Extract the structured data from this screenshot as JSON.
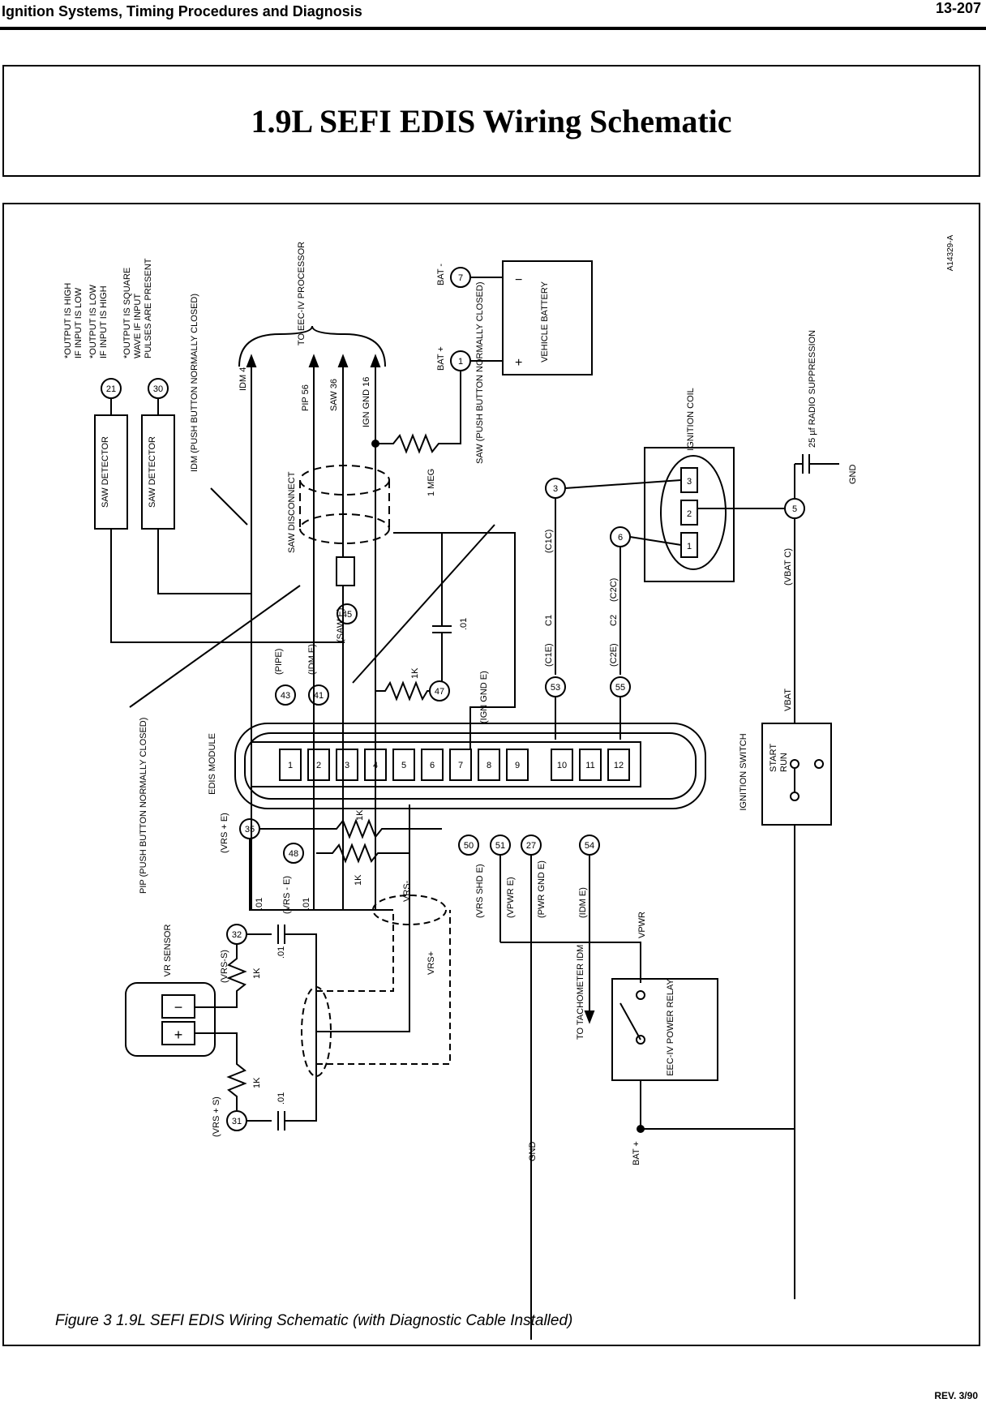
{
  "header": {
    "section": "Ignition Systems, Timing Procedures and Diagnosis",
    "page": "13-207"
  },
  "title": "1.9L SEFI EDIS Wiring Schematic",
  "figure_id": "A14329-A",
  "caption": "Figure 3 1.9L SEFI EDIS Wiring Schematic (with Diagnostic Cable Installed)",
  "revision": "REV. 3/90",
  "notes": [
    "*OUTPUT IS HIGH",
    "IF INPUT IS LOW",
    "*OUTPUT IS LOW",
    "IF INPUT IS HIGH",
    "*OUTPUT IS SQUARE",
    "WAVE IF INPUT",
    "PULSES ARE PRESENT"
  ],
  "components": {
    "saw_detector_1": "SAW\nDETECTOR",
    "saw_detector_2": "SAW\nDETECTOR",
    "eec_processor": "TO\nEEC-IV\nPROCESSOR",
    "vehicle_battery": "VEHICLE\nBATTERY",
    "ignition_coil": "IGNITION\nCOIL",
    "radio_suppression": "25 µf RADIO\nSUPPRESSION",
    "edis_module": "EDIS\nMODULE",
    "ignition_switch": "IGNITION\nSWITCH",
    "vr_sensor": "VR\nSENSOR",
    "power_relay": "EEC-IV\nPOWER\nRELAY",
    "tachometer": "TO TACHOMETER\nIDM"
  },
  "switch_notes": {
    "idm_button": "IDM\n(PUSH BUTTON NORMALLY\nCLOSED)",
    "saw_disconnect": "SAW\nDISCONNECT",
    "saw_button": "SAW\n(PUSH BUTTON\nNORMALLY\nCLOSED)",
    "pip_button": "PIP\n(PUSH BUTTON NORMALLY\nCLOSED)"
  },
  "pins": {
    "p21": "21",
    "p30": "30",
    "p7": "7",
    "p1": "1",
    "p3": "3",
    "p6": "6",
    "p5": "5",
    "p45": "45",
    "p43": "43",
    "p41": "41",
    "p47": "47",
    "p53": "53",
    "p55": "55",
    "p35": "35",
    "p48": "48",
    "p50": "50",
    "p51": "51",
    "p27": "27",
    "p54": "54",
    "p32": "32",
    "p31": "31"
  },
  "edis_pins": [
    "1",
    "2",
    "3",
    "4",
    "5",
    "6",
    "7",
    "8",
    "9",
    "10",
    "11",
    "12"
  ],
  "coil_terminals": [
    "3",
    "2",
    "1"
  ],
  "switch_positions": [
    "START",
    "RUN"
  ],
  "labels": {
    "idm4": "IDM 4",
    "pip56": "PIP 56",
    "saw36": "SAW 36",
    "ign_gnd16": "IGN GND 16",
    "bat_neg": "BAT -",
    "bat_pos": "BAT +",
    "bat_minus_sign": "−",
    "bat_plus_sign": "+",
    "one_meg": "1 MEG",
    "c1c": "(C1C)",
    "c2c": "(C2C)",
    "c1": "C1",
    "c2": "C2",
    "c1e": "(C1E)",
    "c2e": "(C2E)",
    "vbat_c": "(VBAT C)",
    "vbat": "VBAT",
    "gnd": "GND",
    "saw_e": "(SAW E)",
    "pipe": "(PIPE)",
    "idm_e": "(IDM E)",
    "ign_gnd_e": "(IGN GND E)",
    "cap_01_a": ".01",
    "res_1k_a": "1K",
    "vrs_pos_e": "(VRS + E)",
    "vrs_neg_e": "(VRS - E)",
    "res_1k_b": "1K",
    "res_1k_c": "1K",
    "cap_01_b": ".01",
    "cap_01_c": ".01",
    "vrs_neg": "VRS-",
    "vrs_pos": "VRS+",
    "vrs_shd_e": "(VRS SHD E)",
    "vpwr_e": "(VPWR E)",
    "pwr_gnd_e": "(PWR GND E)",
    "idm_e2": "(IDM E)",
    "vpwr": "VPWR",
    "vrs_s": "(VRS-S)",
    "vrs_pos_s": "(VRS + S)",
    "res_1k_d": "1K",
    "res_1k_e": "1K",
    "cap_01_d": ".01",
    "cap_01_e": ".01",
    "gnd_bottom": "GND",
    "bat_pos_bottom": "BAT +",
    "sensor_minus": "−",
    "sensor_plus": "+"
  }
}
